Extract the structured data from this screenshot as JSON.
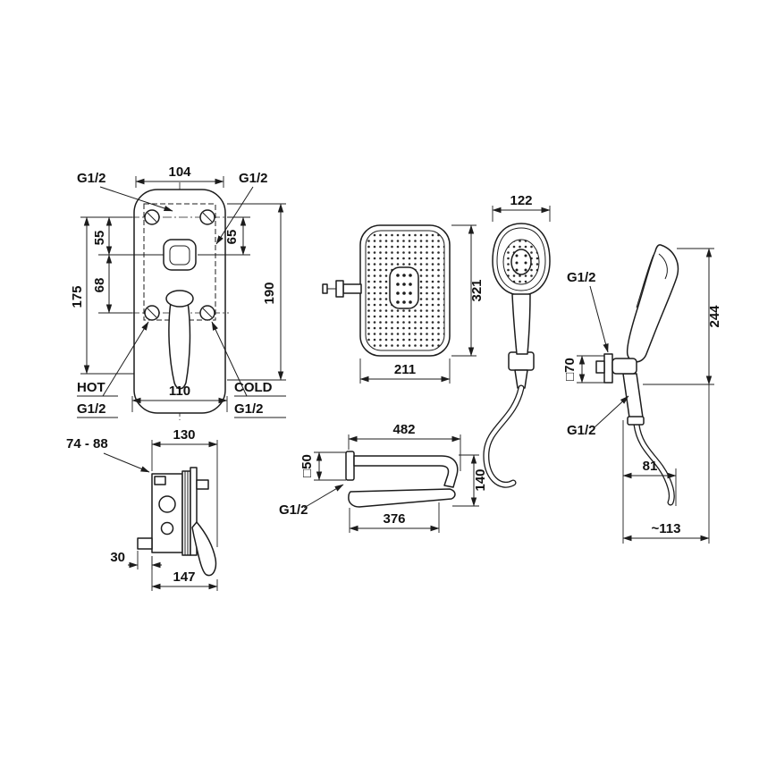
{
  "colors": {
    "background": "#ffffff",
    "line": "#1c1c1c",
    "text": "#111111"
  },
  "views": {
    "mixer_front": {
      "t104": "104",
      "g12_left": "G1/2",
      "g12_right": "G1/2",
      "t55": "55",
      "t68": "68",
      "t175": "175",
      "t65": "65",
      "t190": "190",
      "t110": "110",
      "hot": "HOT",
      "hot_g12": "G1/2",
      "cold": "COLD",
      "cold_g12": "G1/2"
    },
    "head_front": {
      "t321": "321",
      "t211": "211"
    },
    "hand_front": {
      "t122": "122"
    },
    "hand_side": {
      "g12_top": "G1/2",
      "t244": "244",
      "t70": "□70",
      "g12_bottom": "G1/2",
      "t81": "81",
      "t113": "~113"
    },
    "mixer_side": {
      "t130": "130",
      "t74_88": "74 - 88",
      "t30": "30",
      "t147": "147"
    },
    "arm_side": {
      "t482": "482",
      "t50": "□50",
      "g12": "G1/2",
      "t376": "376",
      "t140": "140"
    }
  }
}
